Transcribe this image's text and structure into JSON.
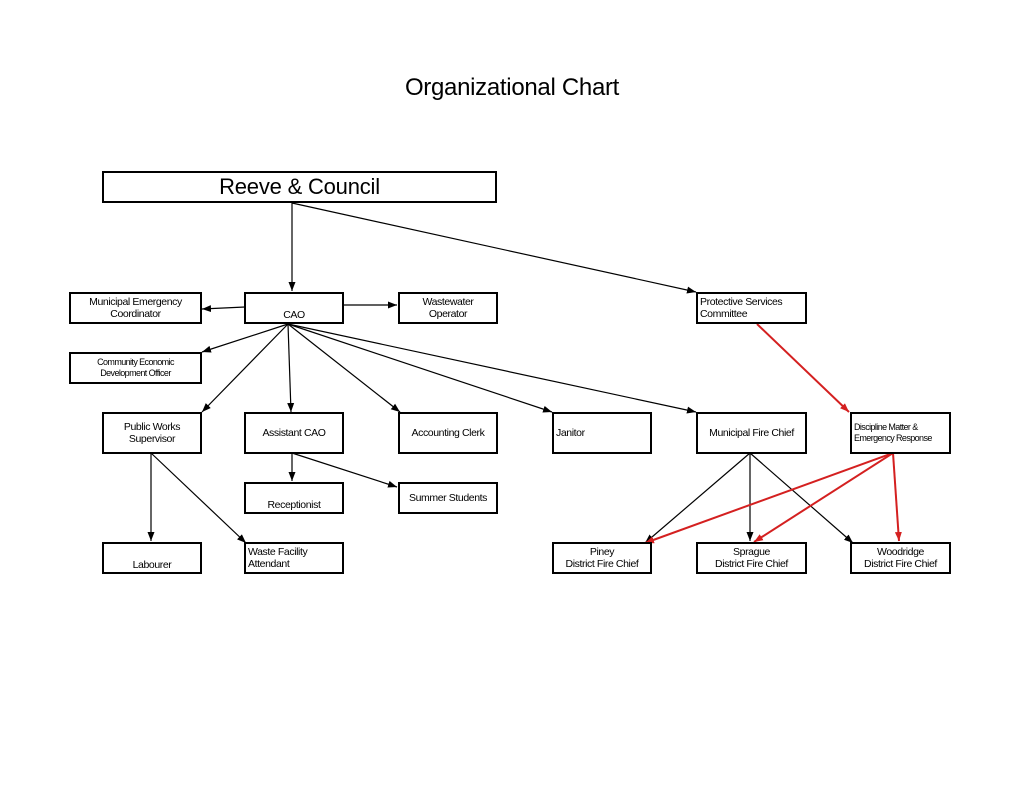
{
  "title": "Organizational Chart",
  "nodes": {
    "reeve": [
      "Reeve & Council"
    ],
    "emergency_coordinator": [
      "Municipal Emergency",
      "Coordinator"
    ],
    "cao": [
      "CAO"
    ],
    "wastewater": [
      "Wastewater",
      "Operator"
    ],
    "protective": [
      "Protective Services",
      "Committee"
    ],
    "community_econ": [
      "Community Economic",
      "Development Officer"
    ],
    "public_works": [
      "Public Works",
      "Supervisor"
    ],
    "assistant_cao": [
      "Assistant CAO"
    ],
    "accounting": [
      "Accounting Clerk"
    ],
    "janitor": [
      "Janitor"
    ],
    "fire_chief": [
      "Municipal Fire Chief"
    ],
    "discipline": [
      "Discipline Matter &",
      "Emergency Response"
    ],
    "receptionist": [
      "Receptionist"
    ],
    "summer": [
      "Summer Students"
    ],
    "labourer": [
      "Labourer"
    ],
    "waste_facility": [
      "Waste Facility",
      "Attendant"
    ],
    "piney": [
      "Piney",
      "District Fire Chief"
    ],
    "sprague": [
      "Sprague",
      "District Fire Chief"
    ],
    "woodridge": [
      "Woodridge",
      "District Fire Chief"
    ]
  },
  "colors": {
    "line": "#000000",
    "emergency_line": "#d42020"
  }
}
